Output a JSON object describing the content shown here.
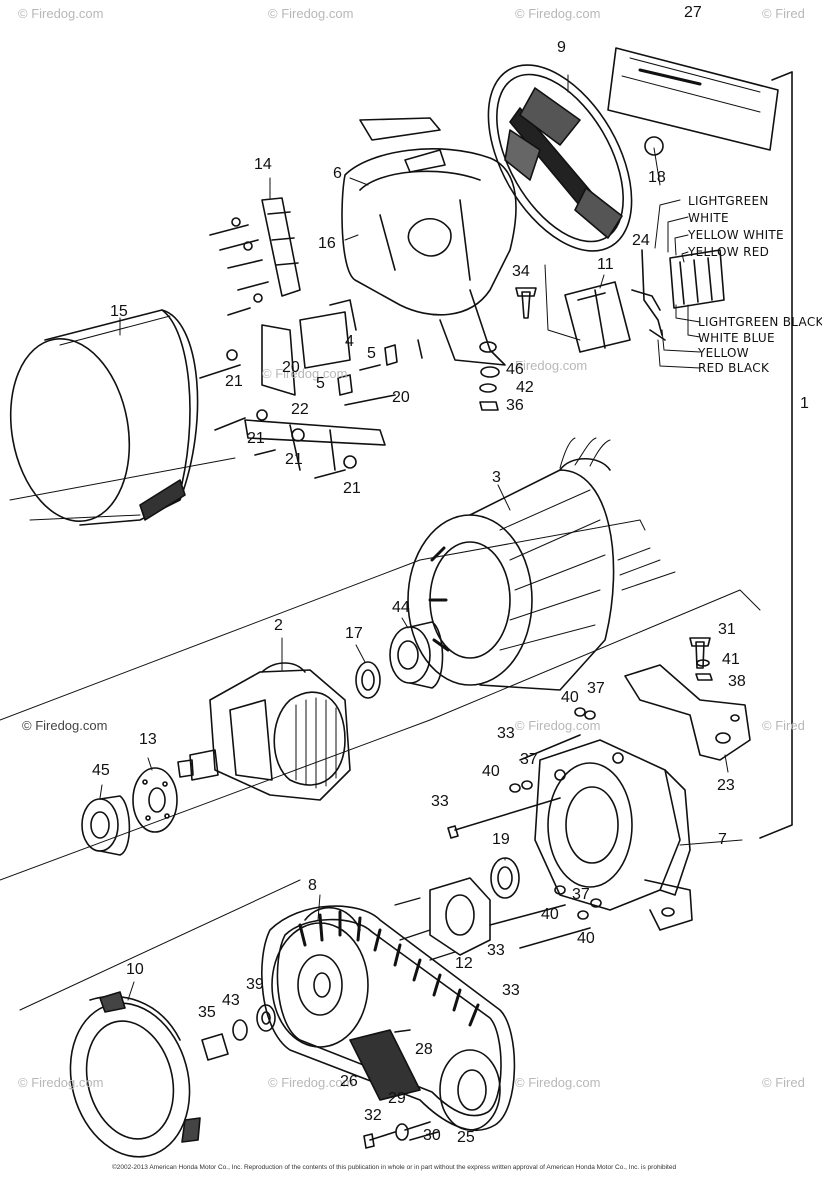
{
  "watermarks": {
    "text": "© Firedog.com",
    "visible_text": "© Firedog.com",
    "repeat_fragment": "© Firedog.com",
    "edge_fragment": "© Fired",
    "faint_fragment": "Firedog.com"
  },
  "callouts": [
    "1",
    "2",
    "3",
    "4",
    "5",
    "5",
    "6",
    "7",
    "8",
    "9",
    "10",
    "11",
    "12",
    "13",
    "14",
    "15",
    "16",
    "17",
    "18",
    "19",
    "20",
    "20",
    "21",
    "21",
    "21",
    "21",
    "22",
    "23",
    "24",
    "25",
    "26",
    "27",
    "28",
    "29",
    "30",
    "31",
    "32",
    "33",
    "33",
    "33",
    "33",
    "34",
    "35",
    "36",
    "37",
    "37",
    "37",
    "38",
    "39",
    "40",
    "40",
    "40",
    "40",
    "41",
    "42",
    "43",
    "44",
    "45",
    "46"
  ],
  "wire_labels": {
    "left_side": [
      "LIGHTGREEN",
      "WHITE",
      "YELLOW WHITE",
      "YELLOW RED"
    ],
    "right_side": [
      "LIGHTGREEN BLACK",
      "WHITE BLUE",
      "YELLOW",
      "RED BLACK"
    ]
  },
  "copyright": "©2002-2013 American Honda Motor Co., Inc. Reproduction of the contents of this publication in whole or in part without the express written approval of American Honda Motor Co., Inc. is prohibited"
}
